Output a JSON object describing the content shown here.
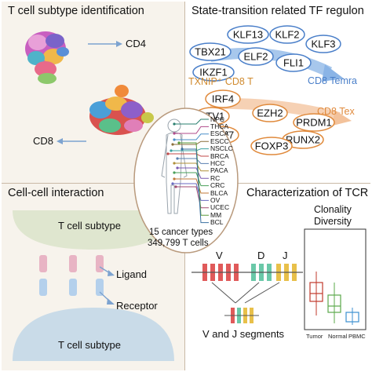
{
  "panels": {
    "tcell": {
      "title": "T cell subtype identification",
      "cd4": "CD4",
      "cd8": "CD8"
    },
    "tf": {
      "title": "State-transition related TF regulon",
      "temra_label": "CD8 Temra",
      "tex_label": "CD8 Tex",
      "txnip_label": "TXNIP⁺ CD8 T",
      "blue_tfs": [
        "KLF13",
        "KLF2",
        "KLF3",
        "TBX21",
        "ELF2",
        "FLI1",
        "IKZF1"
      ],
      "orange_tfs": [
        "IRF4",
        "EZH2",
        "ETV1",
        "PRDM1",
        "ETV7",
        "RUNX2",
        "FOXP3"
      ],
      "colors": {
        "blue": "#4a7fc9",
        "orange": "#e08a3c"
      }
    },
    "interaction": {
      "title": "Cell-cell interaction",
      "top_cell": "T cell subtype",
      "bottom_cell": "T cell subtype",
      "ligand": "Ligand",
      "receptor": "Receptor"
    },
    "tcr": {
      "title": "Characterization of TCR",
      "clonality": "Clonality",
      "diversity": "Diversity",
      "v": "V",
      "d": "D",
      "j": "J",
      "segments": "V and J segments",
      "groups": [
        "Tumor",
        "Normal",
        "PBMC"
      ],
      "group_colors": [
        "#c0392b",
        "#5aa84a",
        "#3b8fd0"
      ]
    },
    "center": {
      "cancers": [
        "NPC",
        "THCA",
        "ESCA",
        "ESCC",
        "NSCLC",
        "BRCA",
        "HCC",
        "PACA",
        "RC",
        "CRC",
        "BLCA",
        "OV",
        "UCEC",
        "MM",
        "BCL"
      ],
      "cancer_types": "15 cancer types",
      "cell_count": "349,799 T cells"
    }
  }
}
